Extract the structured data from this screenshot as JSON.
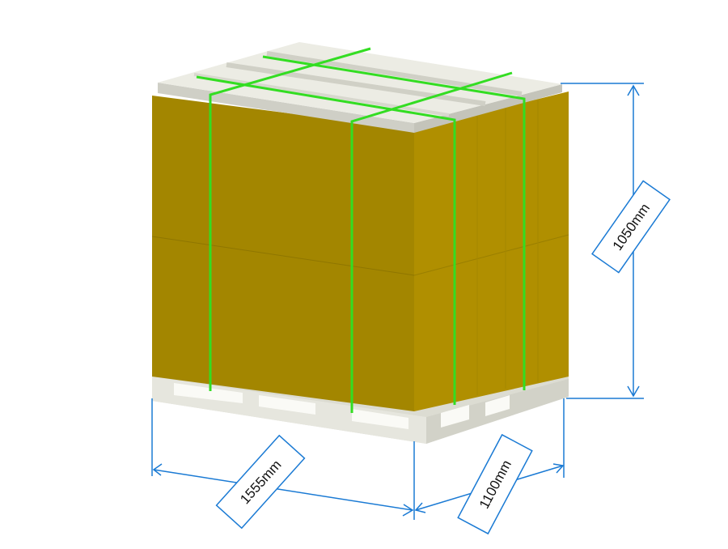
{
  "diagram": {
    "dimensions": {
      "height_label": "1050mm",
      "length_label": "1555mm",
      "width_label": "1100mm"
    },
    "colors": {
      "cargo_front": "#a38600",
      "cargo_side": "#b08f00",
      "strap": "#33dd22",
      "pallet": "#e4e4dc",
      "dimension": "#1a7ad4"
    }
  }
}
